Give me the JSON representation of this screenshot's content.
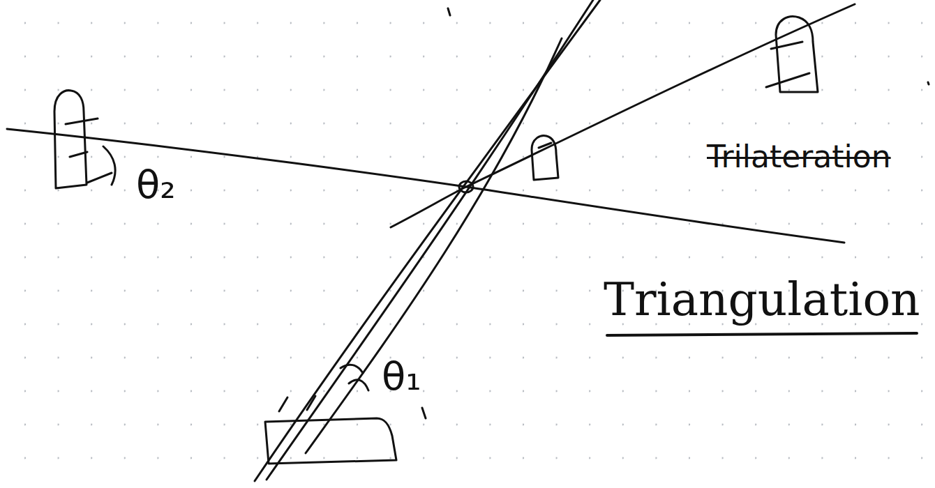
{
  "diagram": {
    "title": "Triangulation",
    "labels": [
      "Trilateration",
      "θ₂",
      "θ₁"
    ]
  }
}
